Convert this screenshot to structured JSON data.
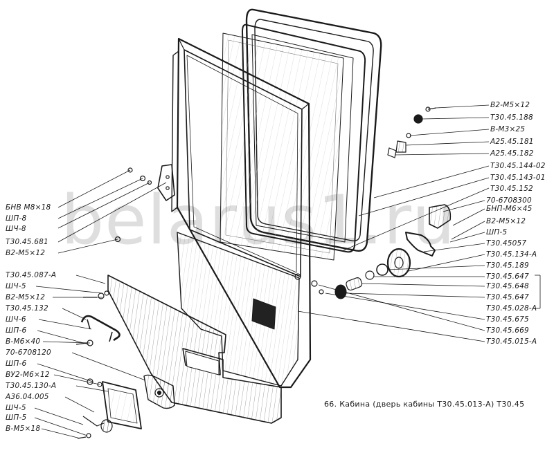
{
  "watermark": "belarus1.ru",
  "caption": "66. Кабина (дверь кабины Т30.45.013-А)   Т30.45",
  "labels_right": [
    "В2-М5×12",
    "Т30.45.188",
    "В-М3×25",
    "А25.45.181",
    "А25.45.182",
    "Т30.45.144-02",
    "Т30.45.143-01",
    "Т30.45.152",
    "70-6708300",
    "БНП-М6×45",
    "В2-М5×12",
    "ШП-5",
    "Т30.45057",
    "Т30.45.134-А",
    "Т30.45.189",
    "Т30.45.647",
    "Т30.45.648",
    "Т30.45.647",
    "Т30.45.028-А",
    "Т30.45.675",
    "Т30.45.669",
    "Т30.45.015-А"
  ],
  "labels_left": [
    "БНВ М8×18",
    "ШП-8",
    "ШЧ-8",
    "Т30.45.681",
    "В2-М5×12",
    "Т30.45.087-А",
    "ШЧ-5",
    "В2-М5×12",
    "Т30.45.132",
    "ШЧ-6",
    "ШП-6",
    "В-М6×40",
    "70-6708120",
    "ШП-6",
    "ВУ2-М6×12",
    "Т30.45.130-А",
    "А36.04.005",
    "ШЧ-5",
    "ШП-5",
    "В-М5×18"
  ]
}
